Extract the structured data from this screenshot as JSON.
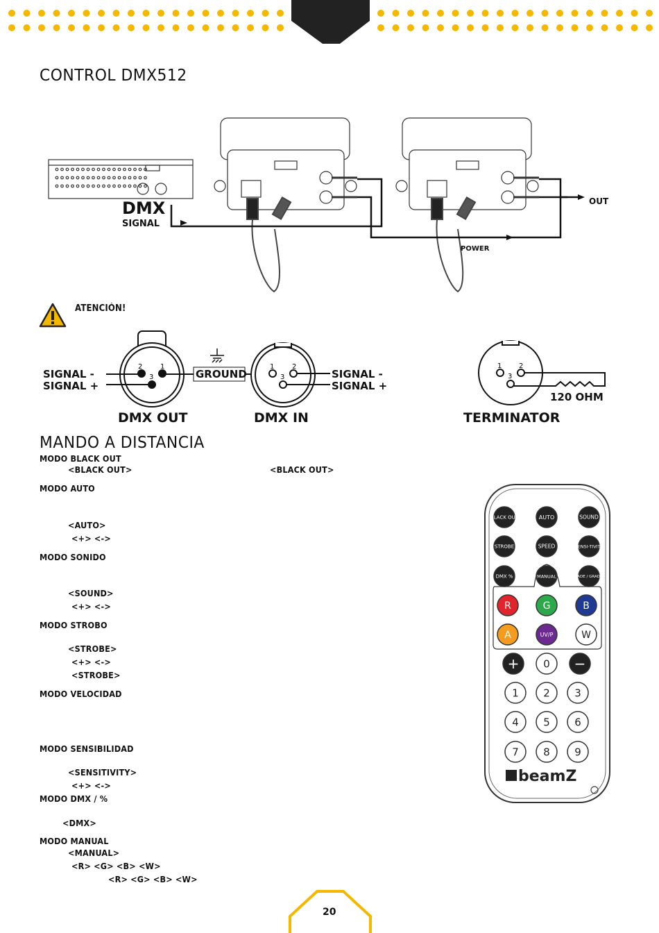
{
  "section_dmx": {
    "title": "CONTROL DMX512",
    "dmx_label": "DMX",
    "signal_label": "SIGNAL",
    "out_label": "OUT",
    "power_label": "POWER"
  },
  "warning": {
    "label": "ATENCIÓN!"
  },
  "connectors": {
    "signal_minus": "SIGNAL -",
    "signal_plus": "SIGNAL +",
    "ground": "GROUND",
    "dmx_out": "DMX OUT",
    "dmx_in": "DMX IN",
    "terminator": "TERMINATOR",
    "ohm": "120 OHM",
    "pin1": "1",
    "pin2": "2",
    "pin3": "3"
  },
  "section_remote": {
    "title": "MANDO A DISTANCIA",
    "lines": [
      "MODO BLACK OUT",
      "<BLACK OUT>",
      "<BLACK OUT>",
      "MODO AUTO",
      "<AUTO>",
      "<+>  <->",
      "MODO SONIDO",
      "<SOUND>",
      "<+>  <->",
      "MODO STROBO",
      "<STROBE>",
      "<+>  <->",
      "<STROBE>",
      "MODO VELOCIDAD",
      "MODO SENSIBILIDAD",
      "<SENSITIVITY>",
      "<+>  <->",
      "MODO DMX / %",
      "<DMX>",
      "MODO MANUAL",
      "<MANUAL>",
      "<R> <G> <B> <W>",
      "<R> <G> <B> <W>"
    ]
  },
  "remote": {
    "brand": "beamZ",
    "buttons": {
      "black_out": "BLACK OUT",
      "auto": "AUTO",
      "sound": "SOUND",
      "strobe": "STROBE",
      "speed": "SPEED",
      "sensitivity": "SENSI-TIVITY",
      "dmx": "DMX %",
      "manual": "MANUAL",
      "fade": "FADE / GRADT",
      "r": "R",
      "g": "G",
      "b": "B",
      "a": "A",
      "uvp": "UV/P",
      "w": "W",
      "plus": "+",
      "zero": "0",
      "minus": "−",
      "n1": "1",
      "n2": "2",
      "n3": "3",
      "n4": "4",
      "n5": "5",
      "n6": "6",
      "n7": "7",
      "n8": "8",
      "n9": "9"
    }
  },
  "page": {
    "number": "20"
  },
  "colors": {
    "accent": "#f5b800",
    "red": "#e0262c",
    "green": "#2da84a",
    "blue": "#1f3a93",
    "amber": "#f39c20",
    "purple": "#6b2a8f"
  }
}
